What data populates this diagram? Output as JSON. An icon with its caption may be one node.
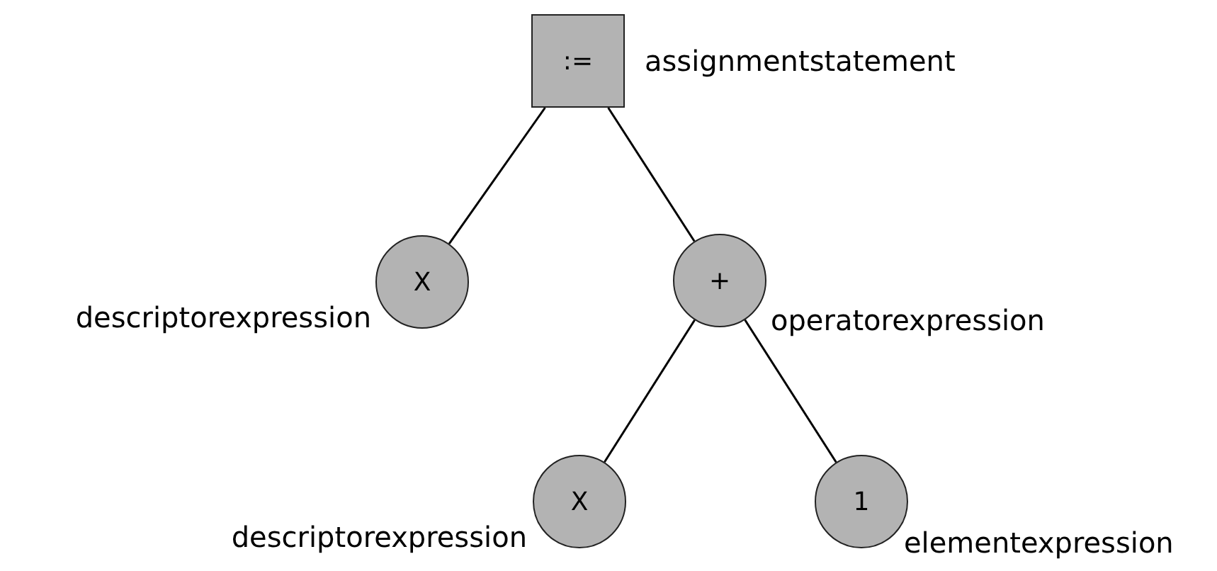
{
  "diagram": {
    "nodes": [
      {
        "text": [
          ":="
        ],
        "beside": [
          "assignmentstatement"
        ]
      },
      {
        "text": [
          "X"
        ],
        "beside": [
          "descriptorexpression"
        ]
      },
      {
        "text": [
          "+"
        ],
        "beside": [
          "operatorexpression"
        ]
      },
      {
        "text": [
          "X"
        ],
        "beside": [
          "descriptorexpression"
        ]
      },
      {
        "text": [
          "1"
        ],
        "beside": [
          "elementexpression"
        ]
      }
    ],
    "edges": [
      {
        "from": 0,
        "to": 1,
        "arrow": "none"
      },
      {
        "from": 0,
        "to": 2,
        "arrow": "none"
      },
      {
        "from": 2,
        "to": 3,
        "arrow": "none"
      },
      {
        "from": 2,
        "to": 4,
        "arrow": "none"
      }
    ]
  }
}
